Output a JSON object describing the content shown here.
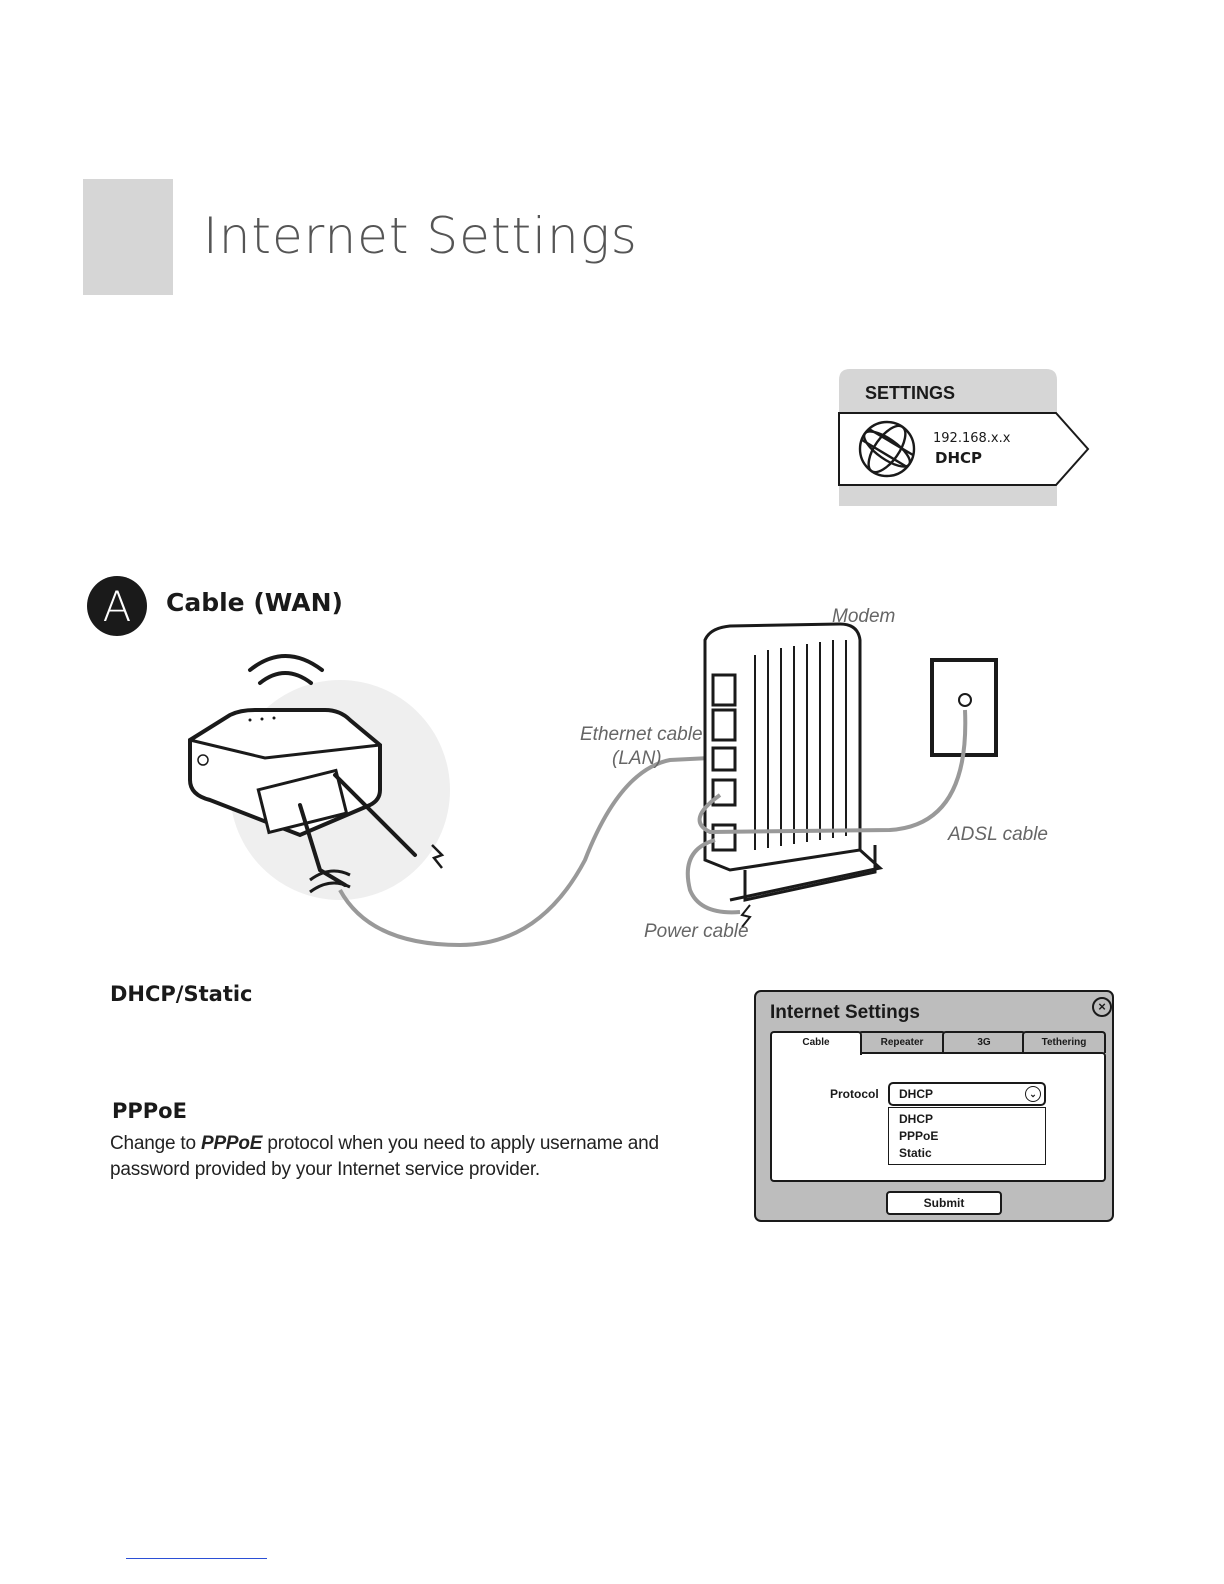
{
  "header": {
    "title": "Internet Settings"
  },
  "settings_tile": {
    "heading": "SETTINGS",
    "ip": "192.168.x.x",
    "mode": "DHCP"
  },
  "section": {
    "badge": "A",
    "title": "Cable (WAN)"
  },
  "diagram": {
    "labels": {
      "modem": "Modem",
      "ethernet_line1": "Ethernet cable",
      "ethernet_line2": "(LAN)",
      "adsl": "ADSL cable",
      "power": "Power cable"
    }
  },
  "dhcp_static": {
    "heading": "DHCP/Static"
  },
  "pppoe": {
    "heading": "PPPoE",
    "desc_before": "Change to ",
    "desc_bold": "PPPoE",
    "desc_after": " protocol when you need to apply username and password provided by your Internet service provider."
  },
  "dialog": {
    "title": "Internet Settings",
    "close_icon": "close-icon",
    "tabs": [
      "Cable",
      "Repeater",
      "3G",
      "Tethering"
    ],
    "protocol_label": "Protocol",
    "protocol_value": "DHCP",
    "options": [
      "DHCP",
      "PPPoE",
      "Static"
    ],
    "submit_label": "Submit"
  }
}
